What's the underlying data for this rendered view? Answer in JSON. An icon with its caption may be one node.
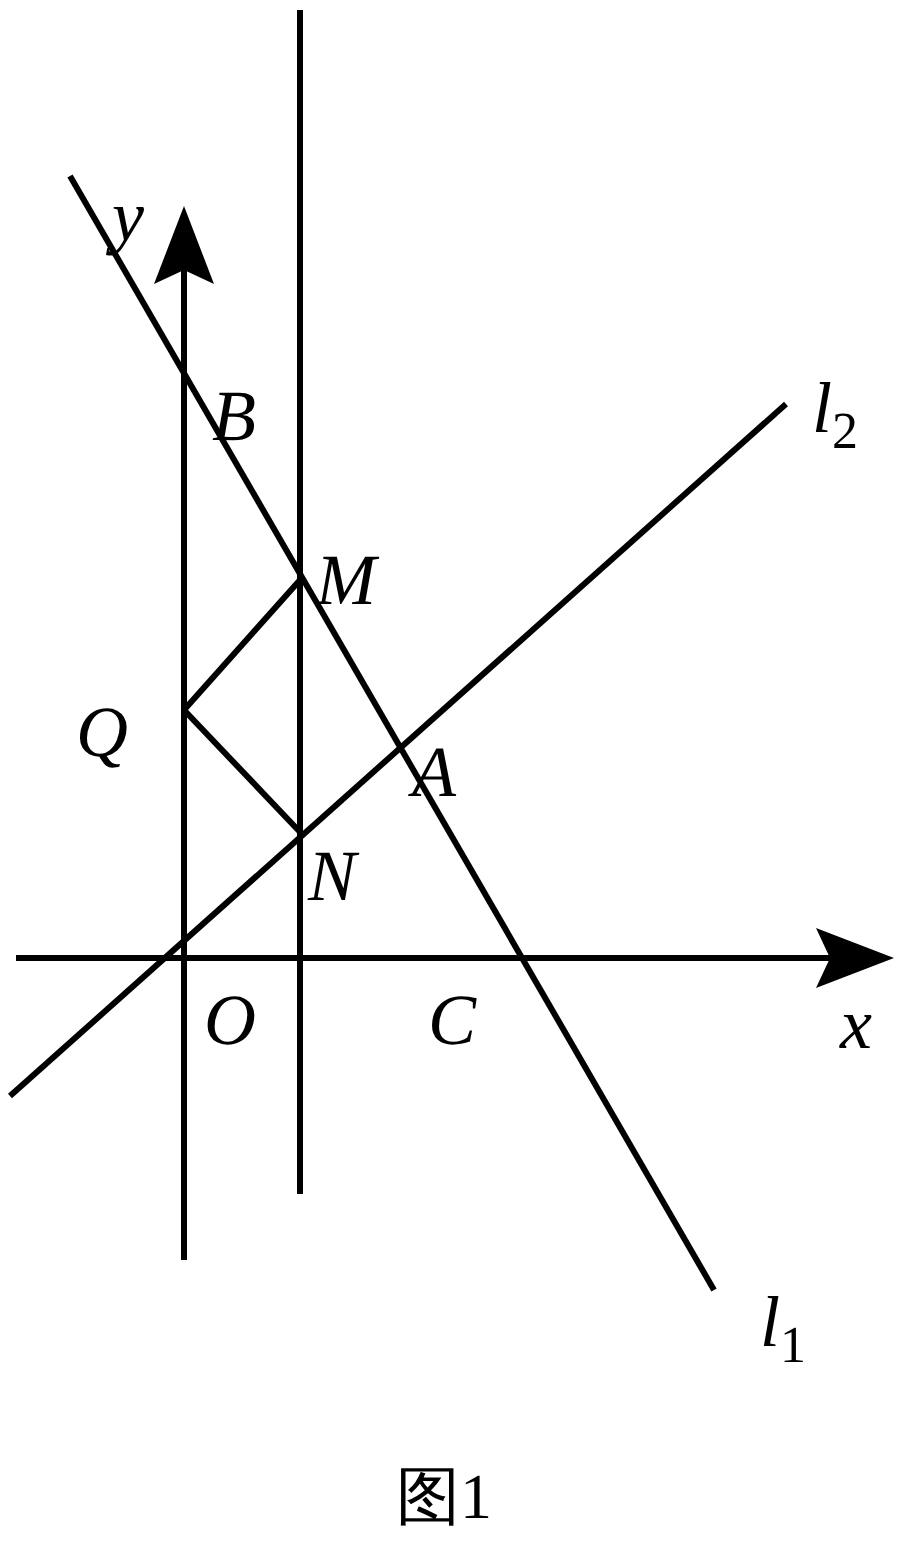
{
  "diagram": {
    "caption": "图1",
    "labels": [
      "y",
      "l$_{2}$",
      "B",
      "M",
      "Q",
      "A",
      "N",
      "O",
      "C",
      "x",
      "l$_{1}$"
    ]
  }
}
